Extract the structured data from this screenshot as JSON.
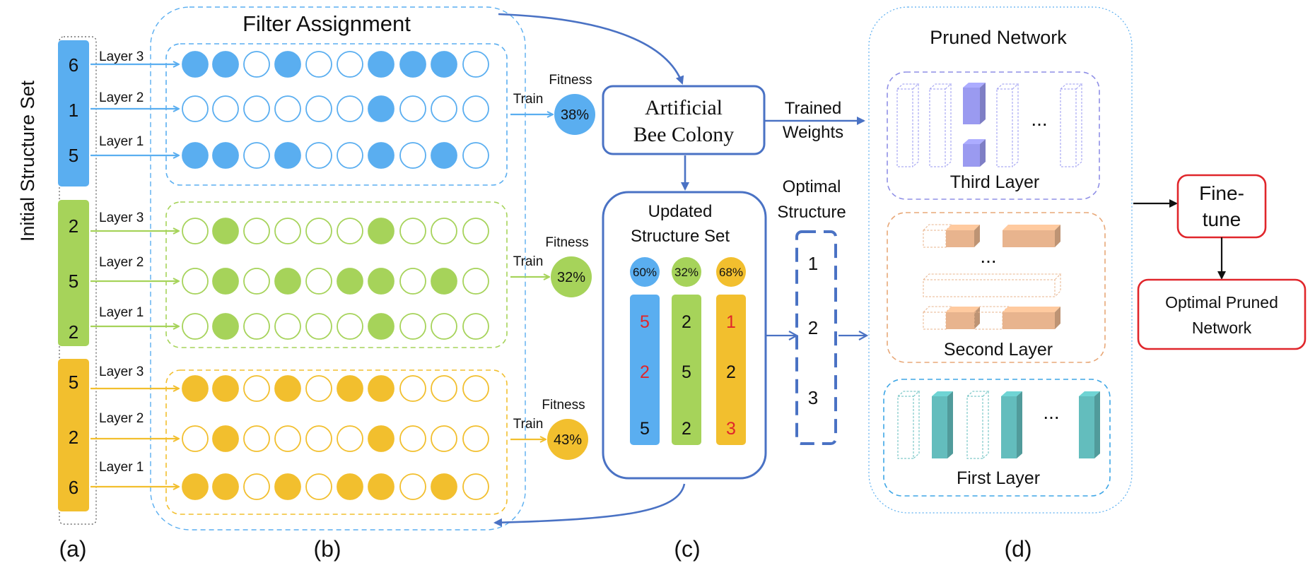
{
  "colors": {
    "blue": "#5aaef0",
    "green": "#a6d35a",
    "yellow": "#f2bf2e",
    "dark_blue": "#4a72c4",
    "red": "#e0262b",
    "purple": "#9a9af0",
    "orange": "#e8b48e",
    "teal": "#63bdbd"
  },
  "labels": {
    "initial_structure_set": "Initial  Structure Set",
    "filter_assignment": "Filter Assignment",
    "layer1": "Layer 1",
    "layer2": "Layer 2",
    "layer3": "Layer 3",
    "train": "Train",
    "fitness": "Fitness",
    "abc_line1": "Artificial",
    "abc_line2": "Bee Colony",
    "trained_line1": "Trained",
    "trained_line2": "Weights",
    "updated_line1": "Updated",
    "updated_line2": "Structure Set",
    "optimal_line1": "Optimal",
    "optimal_line2": "Structure",
    "pruned_network": "Pruned Network",
    "third_layer": "Third Layer",
    "second_layer": "Second Layer",
    "first_layer": "First Layer",
    "ellipsis": "...",
    "finetune_line1": "Fine-",
    "finetune_line2": "tune",
    "optimal_pruned_line1": "Optimal Pruned",
    "optimal_pruned_line2": "Network",
    "panel_a": "(a)",
    "panel_b": "(b)",
    "panel_c": "(c)",
    "panel_d": "(d)"
  },
  "initial_structures": [
    {
      "color": "blue",
      "values": [
        "6",
        "1",
        "5"
      ],
      "fitness": "38%",
      "rows": [
        [
          1,
          1,
          0,
          1,
          0,
          0,
          1,
          1,
          1,
          0
        ],
        [
          0,
          0,
          0,
          0,
          0,
          0,
          1,
          0,
          0,
          0
        ],
        [
          1,
          1,
          0,
          1,
          0,
          0,
          1,
          0,
          1,
          0
        ]
      ]
    },
    {
      "color": "green",
      "values": [
        "2",
        "5",
        "2"
      ],
      "fitness": "32%",
      "rows": [
        [
          0,
          1,
          0,
          0,
          0,
          0,
          1,
          0,
          0,
          0
        ],
        [
          0,
          1,
          0,
          1,
          0,
          1,
          1,
          0,
          1,
          0
        ],
        [
          0,
          1,
          0,
          0,
          0,
          0,
          1,
          0,
          0,
          0
        ]
      ]
    },
    {
      "color": "yellow",
      "values": [
        "5",
        "2",
        "6"
      ],
      "fitness": "43%",
      "rows": [
        [
          1,
          1,
          0,
          1,
          0,
          1,
          1,
          0,
          0,
          0
        ],
        [
          0,
          1,
          0,
          0,
          0,
          0,
          1,
          0,
          0,
          0
        ],
        [
          1,
          1,
          0,
          1,
          0,
          1,
          1,
          0,
          1,
          0
        ]
      ]
    }
  ],
  "updated_structures": [
    {
      "color": "blue",
      "fitness": "60%",
      "values": [
        "5",
        "2",
        "5"
      ],
      "highlight": [
        true,
        true,
        false
      ]
    },
    {
      "color": "green",
      "fitness": "32%",
      "values": [
        "2",
        "5",
        "2"
      ],
      "highlight": [
        false,
        false,
        false
      ]
    },
    {
      "color": "yellow",
      "fitness": "68%",
      "values": [
        "1",
        "2",
        "3"
      ],
      "highlight": [
        true,
        false,
        true
      ]
    }
  ],
  "optimal_structure": [
    "1",
    "2",
    "3"
  ]
}
